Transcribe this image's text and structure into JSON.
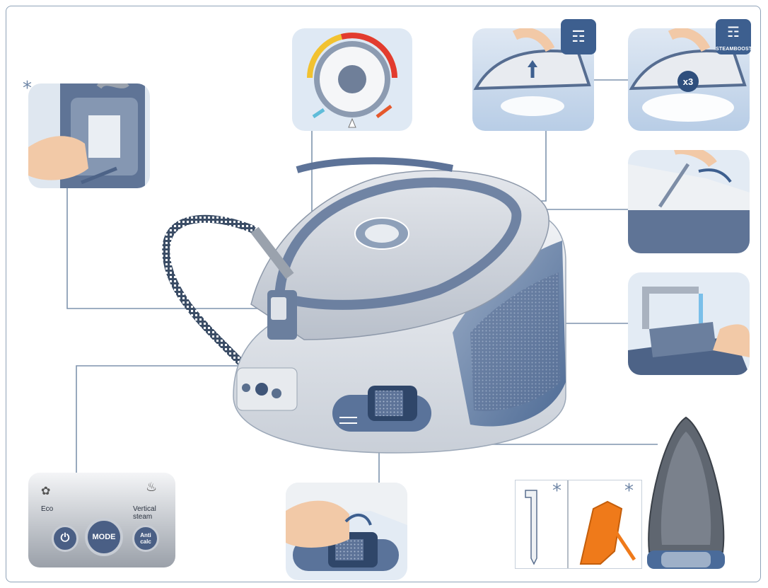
{
  "asterisk": "*",
  "badges": {
    "steam_icon": "steam-drops-icon",
    "steamboost_icon": "steamboost-drops-icon",
    "steamboost_label": "STEAMBOOST",
    "multiplier": "x3"
  },
  "control_panel": {
    "eco_label": "Eco",
    "vertical_label": "Vertical steam",
    "power_icon": "power-icon",
    "mode_label": "MODE",
    "anticalc_label_1": "Anti",
    "anticalc_label_2": "calc"
  },
  "colors": {
    "frame": "#8fa3b8",
    "accent_blue": "#3d5f8f",
    "body_grey": "#d9dde3",
    "orange_tool": "#ef7a1a"
  }
}
